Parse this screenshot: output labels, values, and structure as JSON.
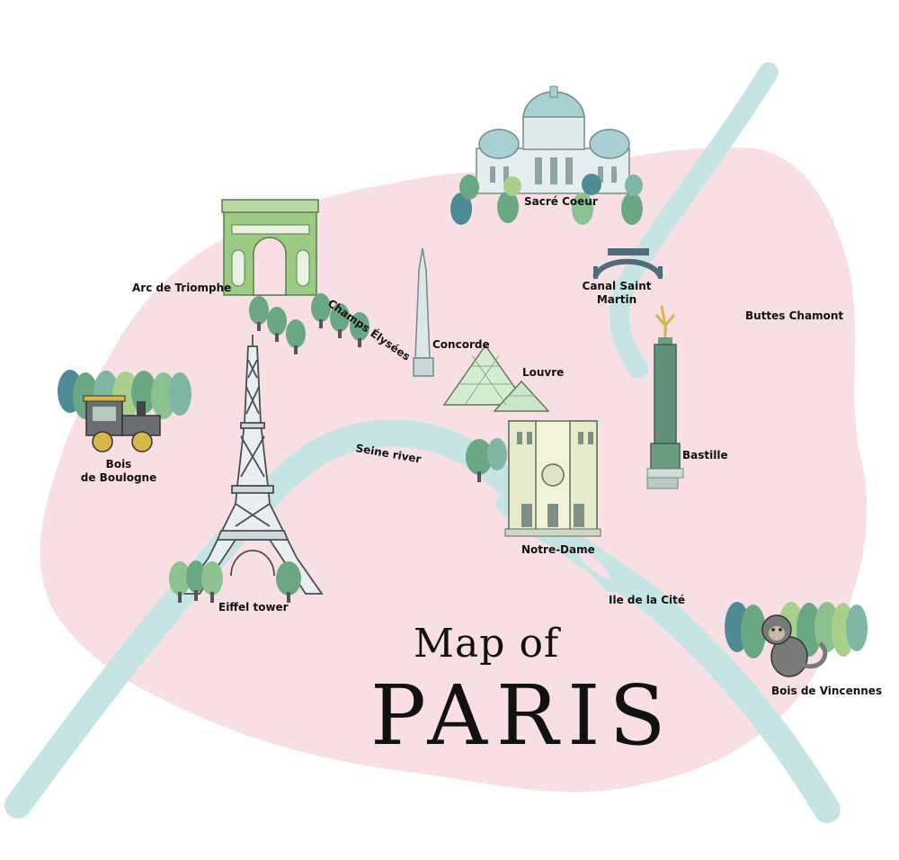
{
  "map": {
    "title_line1": "Map of",
    "title_line2": "PARIS",
    "colors": {
      "city_fill": "#f8dfe4",
      "river": "#c7e4e5",
      "tree_greens": [
        "#6aa883",
        "#8cc28f",
        "#4f8b95",
        "#a9d08b",
        "#7fb6a6"
      ],
      "monument_stone": "#dbe7e6",
      "arch_green": "#9ccb83"
    },
    "labels": {
      "sacre_coeur": "Sacré Coeur",
      "arc_de_triomphe": "Arc de Triomphe",
      "champs_elysees": "Champs Élysées",
      "concorde": "Concorde",
      "louvre": "Louvre",
      "canal_saint_martin_1": "Canal Saint",
      "canal_saint_martin_2": "Martin",
      "buttes_chamont": "Buttes Chamont",
      "bois_de_boulogne_1": "Bois",
      "bois_de_boulogne_2": "de Boulogne",
      "seine_river": "Seine river",
      "bastille": "Bastille",
      "notre_dame": "Notre-Dame",
      "eiffel_tower": "Eiffel tower",
      "ile_de_la_cite": "Ile de la Cité",
      "bois_de_vincennes": "Bois de Vincennes"
    },
    "icons": [
      "sacre-coeur-icon",
      "arc-de-triomphe-icon",
      "obelisk-icon",
      "louvre-pyramid-icon",
      "canal-bridge-icon",
      "bastille-column-icon",
      "notre-dame-icon",
      "eiffel-tower-icon",
      "train-icon",
      "monkey-icon",
      "tree-icon"
    ]
  }
}
